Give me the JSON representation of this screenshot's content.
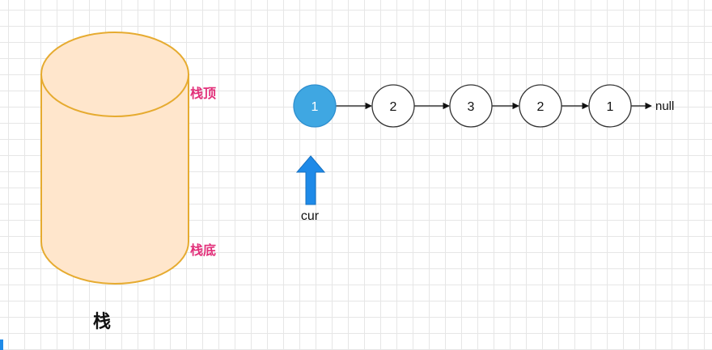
{
  "stack": {
    "label": "栈",
    "top_label": "栈顶",
    "bottom_label": "栈底",
    "fill_color": "#ffe6cc",
    "stroke_color": "#e6ab30",
    "label_color": "#e2307a"
  },
  "linked_list": {
    "nodes": [
      {
        "value": "1",
        "highlighted": true
      },
      {
        "value": "2",
        "highlighted": false
      },
      {
        "value": "3",
        "highlighted": false
      },
      {
        "value": "2",
        "highlighted": false
      },
      {
        "value": "1",
        "highlighted": false
      }
    ],
    "terminal": "null",
    "highlight_color": "#3fa7e2",
    "node_stroke_color": "#333333"
  },
  "pointer": {
    "label": "cur",
    "color": "#1e8ae8"
  }
}
